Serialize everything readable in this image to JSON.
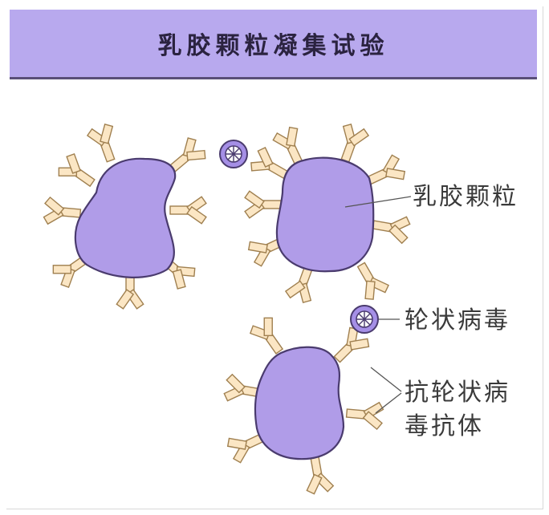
{
  "title": "乳胶颗粒凝集试验",
  "labels": {
    "latex_particle": "乳胶颗粒",
    "rotavirus": "轮状病毒",
    "antibody_line1": "抗轮状病",
    "antibody_line2": "毒抗体"
  },
  "colors": {
    "header_bg": "#b8a9ee",
    "particle_fill": "#b09ce8",
    "particle_outline": "#4a3b6e",
    "antibody_fill": "#fbe6c4",
    "antibody_outline": "#a08050",
    "virus_ring": "#a58fe6"
  }
}
